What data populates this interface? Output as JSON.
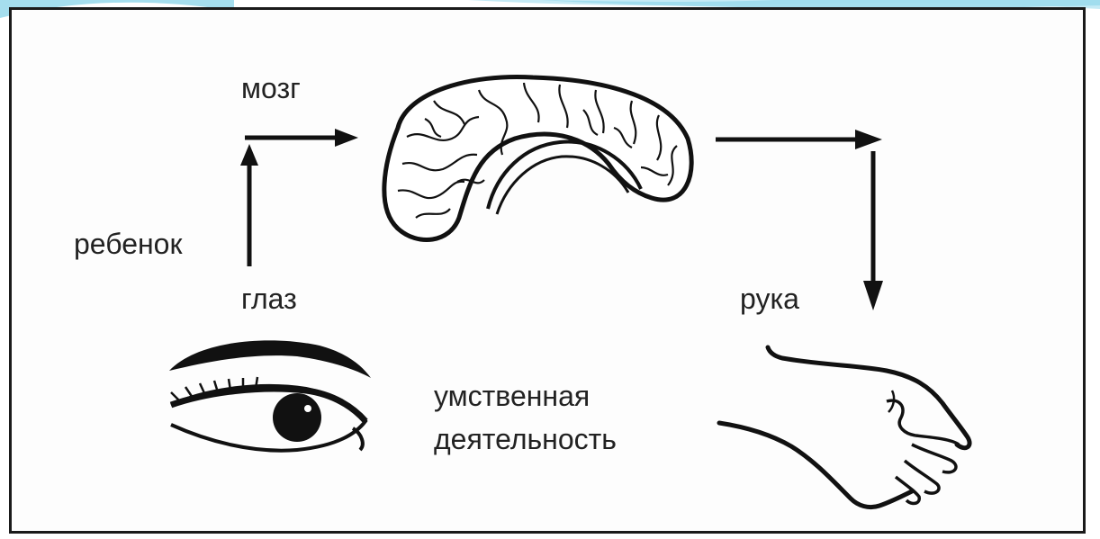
{
  "labels": {
    "brain": "мозг",
    "child": "ребенок",
    "eye": "глаз",
    "hand": "рука",
    "mental_line1": "умственная",
    "mental_line2": "деятельность"
  },
  "icons": {
    "brain": "brain-icon",
    "eye": "eye-icon",
    "hand": "hand-icon"
  },
  "colors": {
    "ink": "#111111",
    "frame": "#1a1a1a",
    "accent_wave": "#5bc3e0"
  }
}
